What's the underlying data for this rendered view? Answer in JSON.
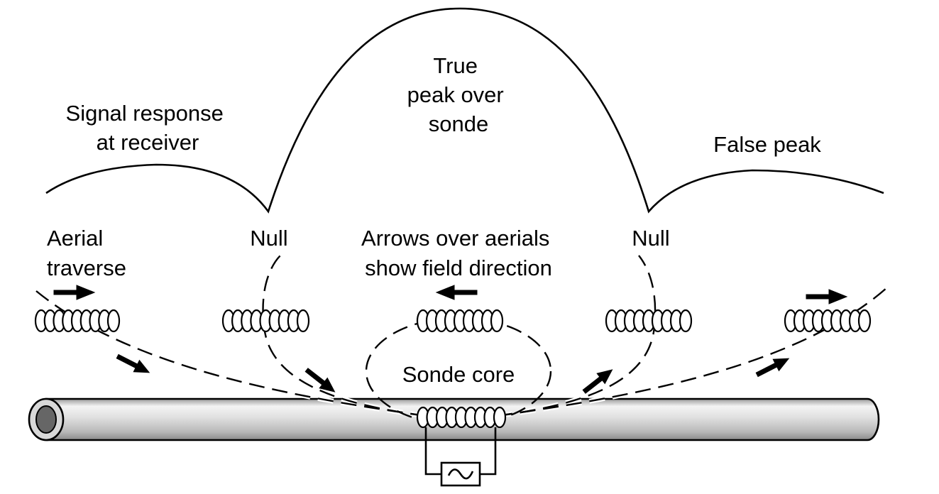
{
  "labels": {
    "signal_response": [
      "Signal response",
      "at receiver"
    ],
    "true_peak": [
      "True",
      "peak over",
      "sonde"
    ],
    "false_peak": "False peak",
    "aerial_traverse": [
      "Aerial",
      "traverse"
    ],
    "null_left": "Null",
    "null_right": "Null",
    "arrows_note": [
      "Arrows over aerials",
      "show field direction"
    ],
    "sonde_core": "Sonde core"
  },
  "icons": {
    "oscillator": "ac-source-icon",
    "pipe": "pipe-icon",
    "aerial": "coil-icon"
  },
  "colors": {
    "line": "#000000",
    "pipe_fill": "#e4e4e4",
    "pipe_end": "#666666"
  }
}
